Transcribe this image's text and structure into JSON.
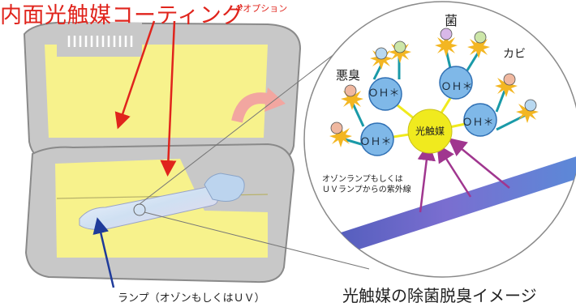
{
  "title": "内面光触媒コーティング",
  "option_note": "※オプション",
  "lamp_caption": "ランプ（オゾンもしくはＵＶ）",
  "image_caption": "光触媒の除菌脱臭イメージ",
  "labels": {
    "bacteria": "菌",
    "mold": "カビ",
    "odor": "悪臭",
    "light_source_line1": "オゾンランプもしくは",
    "light_source_line2": "ＵＶランプからの紫外線"
  },
  "oh_labels": [
    "ＯＨ＊",
    "ＯＨ＊",
    "ＯＨ＊",
    "ＯＨ＊"
  ],
  "catalyst_label": "光触媒",
  "colors": {
    "title_red": "#e0241c",
    "coating_yellow": "#f7f28c",
    "device_gray": "#c8c8c8",
    "catalyst_yellow": "#f0ea1e",
    "oh_blue": "#7fb8e8",
    "uv_arrow_purple": "#a0368f",
    "lamp_arrow_blue": "#1f3b9a",
    "lid_arrow_pink": "#f2a6a0"
  }
}
